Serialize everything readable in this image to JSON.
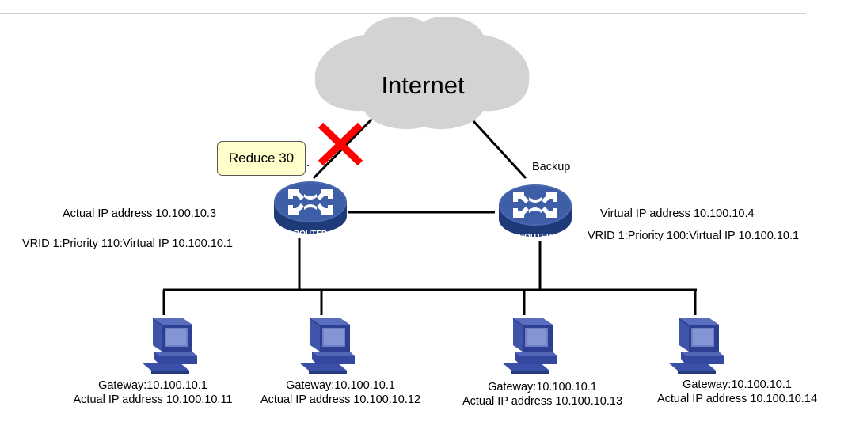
{
  "title": "VRRP interface tracking - uplink failure reduces priority",
  "cloud": {
    "label": "Internet",
    "icon": "cloud-icon"
  },
  "callout": {
    "label": "Reduce 30"
  },
  "link_failure": {
    "icon": "red-x-icon",
    "color": "#ff0000"
  },
  "master_router": {
    "device_label": "ROUTER",
    "actual_ip": "Actual IP address 10.100.10.3",
    "vrid_info": "VRID 1:Priority 110:Virtual IP  10.100.10.1"
  },
  "backup_router": {
    "role": "Backup",
    "device_label": "ROUTER",
    "virtual_ip": "Virtual IP address 10.100.10.4",
    "vrid_info": "VRID 1:Priority 100:Virtual IP  10.100.10.1"
  },
  "hosts": [
    {
      "gateway": "Gateway:10.100.10.1",
      "actual_ip": "Actual IP address 10.100.10.11"
    },
    {
      "gateway": "Gateway:10.100.10.1",
      "actual_ip": "Actual IP address 10.100.10.12"
    },
    {
      "gateway": "Gateway:10.100.10.1",
      "actual_ip": "Actual IP address 10.100.10.13"
    },
    {
      "gateway": "Gateway:10.100.10.1",
      "actual_ip": "Actual IP address 10.100.10.14"
    }
  ],
  "colors": {
    "router_blue": "#3b5aa0",
    "router_dark": "#1f3a78",
    "pc_blue": "#3a4fa8",
    "cloud_gray": "#d3d3d3",
    "callout_fill": "#ffffcc",
    "failure_red": "#ff0000"
  }
}
